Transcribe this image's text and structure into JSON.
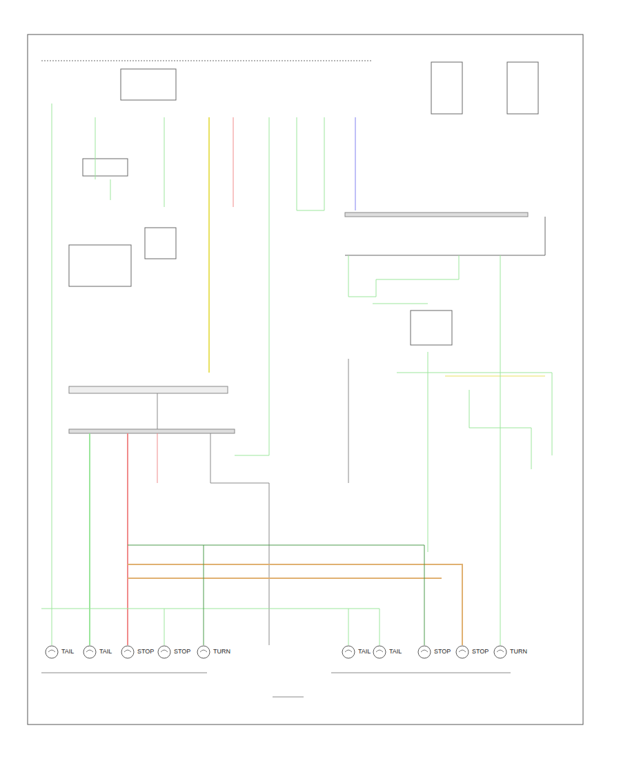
{
  "diagram": {
    "nodes": [
      {
        "text": [
          "TAIL"
        ]
      },
      {
        "text": [
          "TAIL"
        ]
      },
      {
        "text": [
          "STOP"
        ]
      },
      {
        "text": [
          "STOP"
        ]
      },
      {
        "text": [
          "TURN"
        ]
      },
      {
        "text": [
          "TAIL"
        ]
      },
      {
        "text": [
          "TAIL"
        ]
      },
      {
        "text": [
          "STOP"
        ]
      },
      {
        "text": [
          "STOP"
        ]
      },
      {
        "text": [
          "TURN"
        ]
      }
    ]
  }
}
